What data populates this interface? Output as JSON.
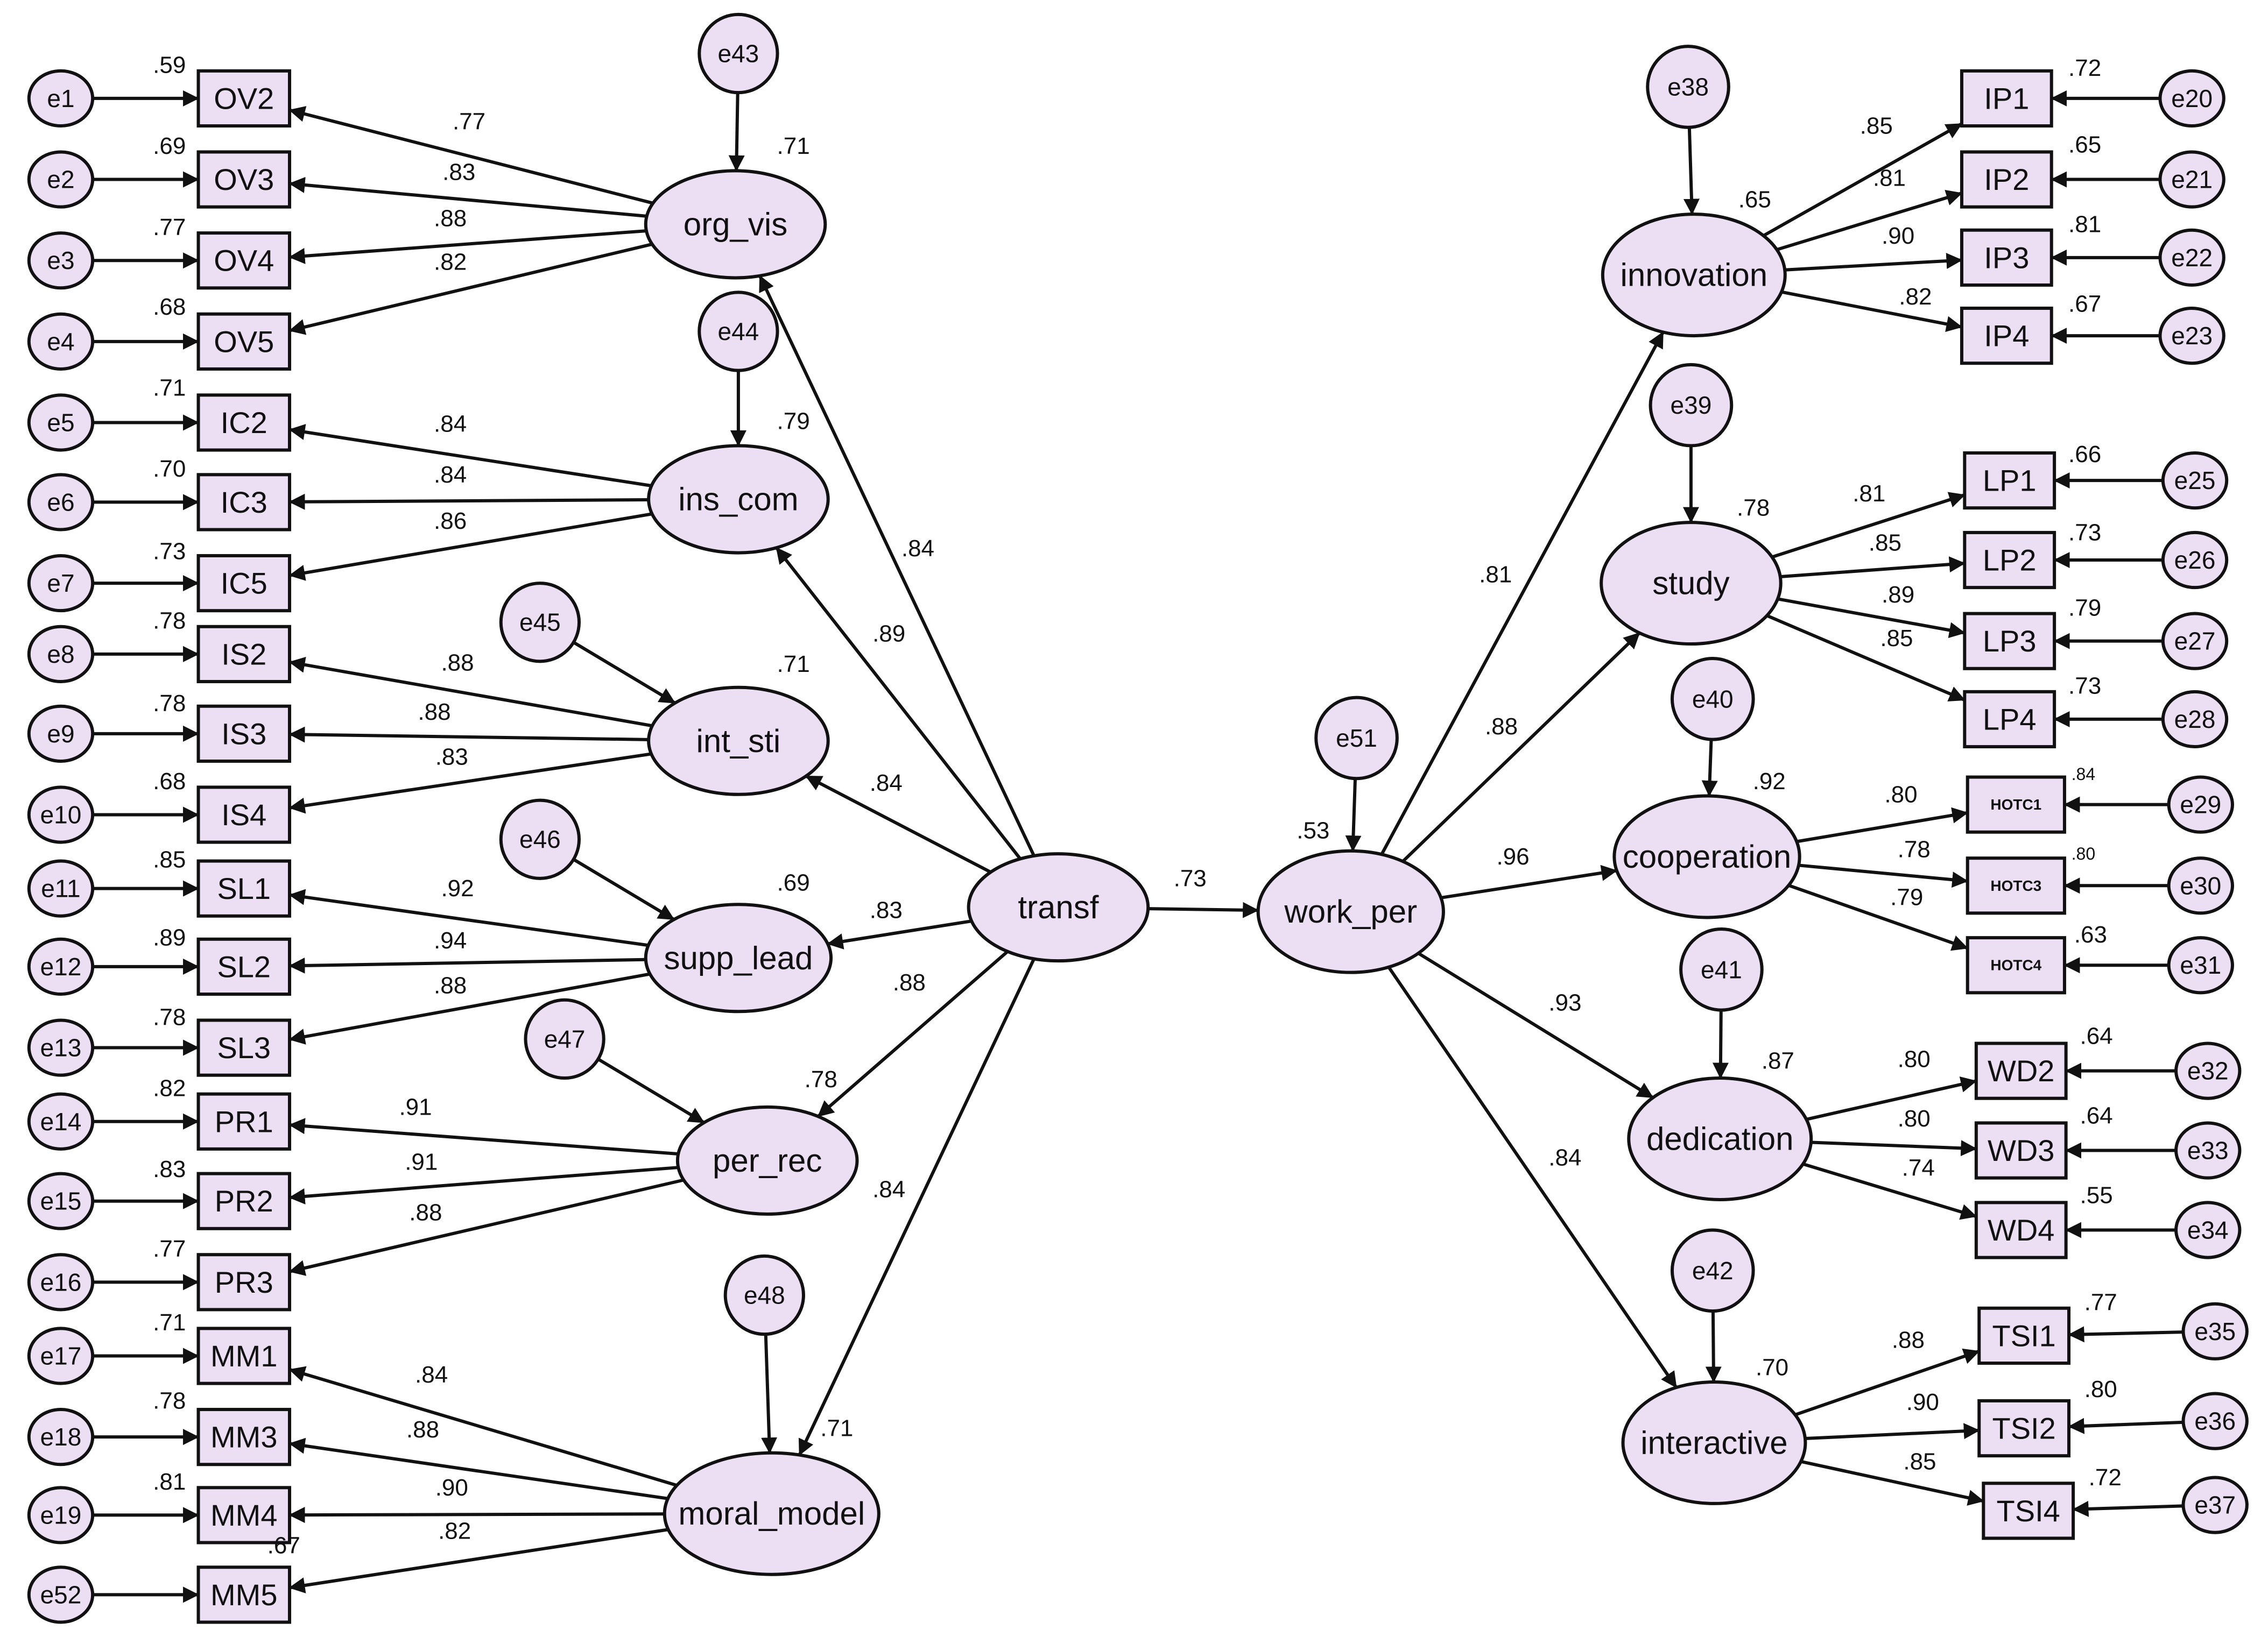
{
  "colors": {
    "node_fill": "#ecdff4",
    "stroke": "#111111",
    "background": "#ffffff"
  },
  "latents": {
    "org_vis": "org_vis",
    "ins_com": "ins_com",
    "int_sti": "int_sti",
    "supp_lead": "supp_lead",
    "per_rec": "per_rec",
    "moral_model": "moral_model",
    "transf": "transf",
    "work_per": "work_per",
    "innovation": "innovation",
    "study": "study",
    "cooperation": "cooperation",
    "dedication": "dedication",
    "interactive": "interactive"
  },
  "errors": {
    "e1": "e1",
    "e2": "e2",
    "e3": "e3",
    "e4": "e4",
    "e5": "e5",
    "e6": "e6",
    "e7": "e7",
    "e8": "e8",
    "e9": "e9",
    "e10": "e10",
    "e11": "e11",
    "e12": "e12",
    "e13": "e13",
    "e14": "e14",
    "e15": "e15",
    "e16": "e16",
    "e17": "e17",
    "e18": "e18",
    "e19": "e19",
    "e52": "e52",
    "e20": "e20",
    "e21": "e21",
    "e22": "e22",
    "e23": "e23",
    "e25": "e25",
    "e26": "e26",
    "e27": "e27",
    "e28": "e28",
    "e29": "e29",
    "e30": "e30",
    "e31": "e31",
    "e32": "e32",
    "e33": "e33",
    "e34": "e34",
    "e35": "e35",
    "e36": "e36",
    "e37": "e37",
    "e38": "e38",
    "e39": "e39",
    "e40": "e40",
    "e41": "e41",
    "e42": "e42",
    "e43": "e43",
    "e44": "e44",
    "e45": "e45",
    "e46": "e46",
    "e47": "e47",
    "e48": "e48",
    "e51": "e51"
  },
  "indicators": {
    "OV2": "OV2",
    "OV3": "OV3",
    "OV4": "OV4",
    "OV5": "OV5",
    "IC2": "IC2",
    "IC3": "IC3",
    "IC5": "IC5",
    "IS2": "IS2",
    "IS3": "IS3",
    "IS4": "IS4",
    "SL1": "SL1",
    "SL2": "SL2",
    "SL3": "SL3",
    "PR1": "PR1",
    "PR2": "PR2",
    "PR3": "PR3",
    "MM1": "MM1",
    "MM3": "MM3",
    "MM4": "MM4",
    "MM5": "MM5",
    "IP1": "IP1",
    "IP2": "IP2",
    "IP3": "IP3",
    "IP4": "IP4",
    "LP1": "LP1",
    "LP2": "LP2",
    "LP3": "LP3",
    "LP4": "LP4",
    "HOTC1": "HOTC1",
    "HOTC3": "HOTC3",
    "HOTC4": "HOTC4",
    "WD2": "WD2",
    "WD3": "WD3",
    "WD4": "WD4",
    "TSI1": "TSI1",
    "TSI2": "TSI2",
    "TSI4": "TSI4"
  },
  "r2": {
    "OV2": ".59",
    "OV3": ".69",
    "OV4": ".77",
    "OV5": ".68",
    "IC2": ".71",
    "IC3": ".70",
    "IC5": ".73",
    "IS2": ".78",
    "IS3": ".78",
    "IS4": ".68",
    "SL1": ".85",
    "SL2": ".89",
    "SL3": ".78",
    "PR1": ".82",
    "PR2": ".83",
    "PR3": ".77",
    "MM1": ".71",
    "MM3": ".78",
    "MM4": ".81",
    "MM5": ".67",
    "IP1": ".72",
    "IP2": ".65",
    "IP3": ".81",
    "IP4": ".67",
    "LP1": ".66",
    "LP2": ".73",
    "LP3": ".79",
    "LP4": ".73",
    "HOTC1": ".84",
    "HOTC3": ".80",
    "HOTC4": ".63",
    "WD2": ".64",
    "WD3": ".64",
    "WD4": ".55",
    "TSI1": ".77",
    "TSI2": ".80",
    "TSI4": ".72",
    "org_vis": ".71",
    "ins_com": ".79",
    "int_sti": ".71",
    "supp_lead": ".69",
    "per_rec": ".78",
    "moral_model": ".71",
    "work_per": ".53",
    "innovation": ".65",
    "study": ".78",
    "cooperation": ".92",
    "dedication": ".87",
    "interactive": ".70"
  },
  "loadings": {
    "OV2": ".77",
    "OV3": ".83",
    "OV4": ".88",
    "OV5": ".82",
    "IC2": ".84",
    "IC3": ".84",
    "IC5": ".86",
    "IS2": ".88",
    "IS3": ".88",
    "IS4": ".83",
    "SL1": ".92",
    "SL2": ".94",
    "SL3": ".88",
    "PR1": ".91",
    "PR2": ".91",
    "PR3": ".88",
    "MM1": ".84",
    "MM3": ".88",
    "MM4": ".90",
    "MM5": ".82",
    "IP1": ".85",
    "IP2": ".81",
    "IP3": ".90",
    "IP4": ".82",
    "LP1": ".81",
    "LP2": ".85",
    "LP3": ".89",
    "LP4": ".85",
    "HOTC1": ".80",
    "HOTC3": ".78",
    "HOTC4": ".79",
    "WD2": ".80",
    "WD3": ".80",
    "WD4": ".74",
    "TSI1": ".88",
    "TSI2": ".90",
    "TSI4": ".85"
  },
  "paths": {
    "transf_org_vis": ".84",
    "transf_ins_com": ".89",
    "transf_int_sti": ".84",
    "transf_supp_lead": ".83",
    "transf_per_rec": ".88",
    "transf_moral_model": ".84",
    "transf_work_per": ".73",
    "work_per_innovation": ".81",
    "work_per_study": ".88",
    "work_per_cooperation": ".96",
    "work_per_dedication": ".93",
    "work_per_interactive": ".84"
  }
}
